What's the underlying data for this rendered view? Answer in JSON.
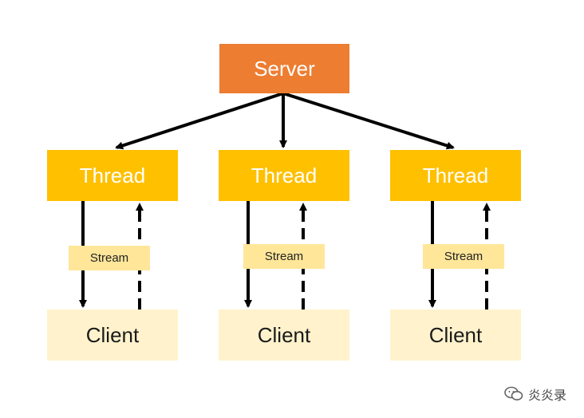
{
  "server": {
    "label": "Server"
  },
  "branches": [
    {
      "thread": "Thread",
      "stream": "Stream",
      "client": "Client"
    },
    {
      "thread": "Thread",
      "stream": "Stream",
      "client": "Client"
    },
    {
      "thread": "Thread",
      "stream": "Stream",
      "client": "Client"
    }
  ],
  "watermark": {
    "text": "炎炎录",
    "icon": "wechat-icon"
  },
  "colors": {
    "server": "#ED7D31",
    "thread": "#FFC000",
    "stream": "#FFE699",
    "client": "#FFF2CC",
    "arrow": "#000000"
  }
}
